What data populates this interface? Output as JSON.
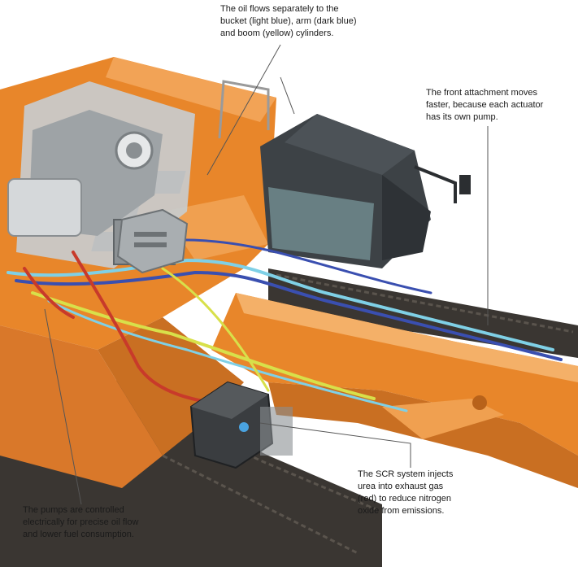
{
  "annotations": {
    "oil_flow": "The oil flows separately to the\nbucket (light blue), arm (dark blue)\nand boom (yellow) cylinders.",
    "front_attachment": "The front attachment moves\nfaster, because each actuator\nhas its own pump.",
    "scr": "The SCR system injects\nurea into exhaust gas\n(red) to reduce nitrogen\noxide from emissions.",
    "pumps": "The pumps are controlled\nelectrically for precise oil flow\nand lower fuel consumption."
  },
  "colors": {
    "body_orange": "#e8862a",
    "body_orange_light": "#f2a356",
    "body_orange_dark": "#b8621a",
    "track_dark": "#3a3632",
    "cab_dark": "#3d4246",
    "engine_grey": "#b8bcbe",
    "line_light_blue": "#7fd0e6",
    "line_dark_blue": "#3a4fb0",
    "line_yellow": "#d8e04a",
    "line_red": "#c83a2a",
    "leader_line": "#555555"
  },
  "icons": [
    "excavator-illustration",
    "engine-icon",
    "cab-icon",
    "scr-tank-icon"
  ]
}
